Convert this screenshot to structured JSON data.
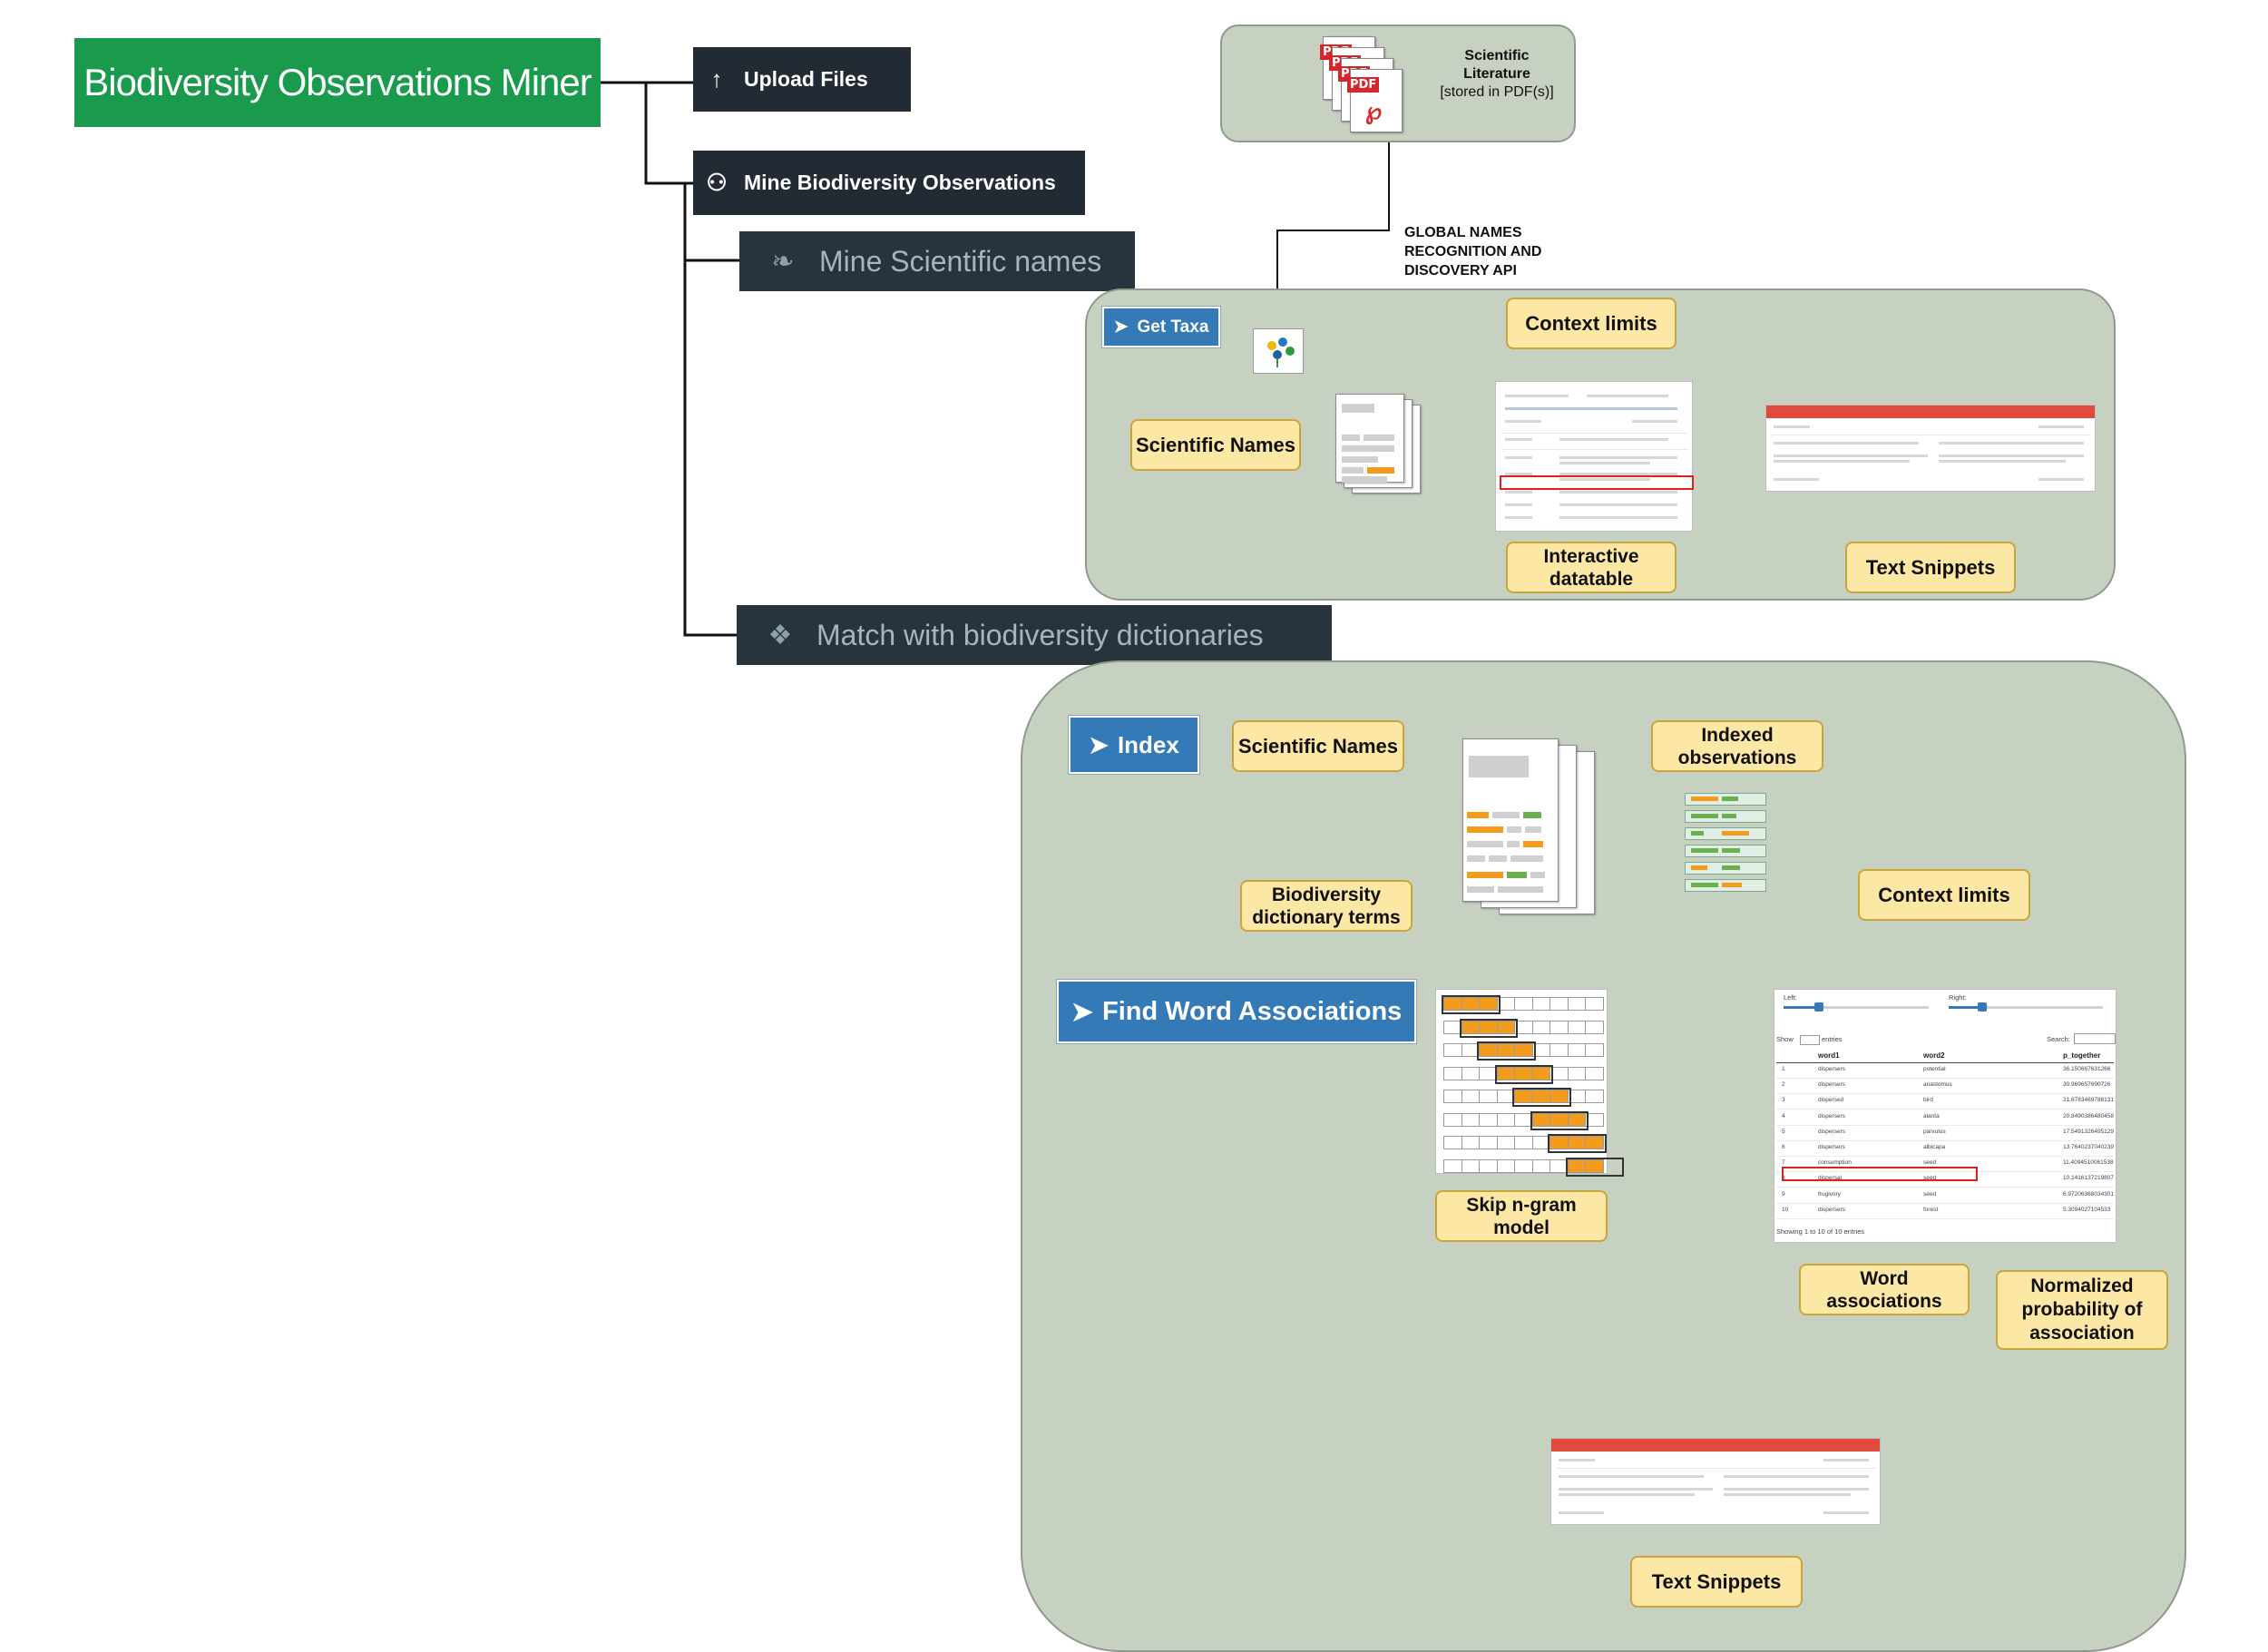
{
  "app": {
    "title": "Biodiversity Observations Miner"
  },
  "menu": {
    "upload": {
      "label": "Upload Files",
      "icon": "upload-file-icon"
    },
    "mine": {
      "label": "Mine Biodiversity Observations",
      "icon": "binoculars-icon"
    },
    "mine_names": {
      "label": "Mine Scientific names",
      "icon": "leaf-icon"
    },
    "match": {
      "label": "Match with biodiversity dictionaries",
      "icon": "puzzle-icon"
    }
  },
  "source": {
    "text_lines": [
      "Scientific",
      "Literature",
      "[stored in PDF(s)]"
    ],
    "pdf_tag": "PDF",
    "api_lines": [
      "GLOBAL NAMES",
      "RECOGNITION AND",
      "DISCOVERY API"
    ]
  },
  "panel1": {
    "get_taxa": "Get Taxa",
    "context_limits": "Context limits",
    "scientific_names": "Scientific Names",
    "interactive_datatable_lines": [
      "Interactive",
      "datatable"
    ],
    "text_snippets": "Text Snippets"
  },
  "panel2": {
    "index": "Index",
    "scientific_names": "Scientific Names",
    "dictionary_terms_lines": [
      "Biodiversity",
      "dictionary terms"
    ],
    "indexed_observations_lines": [
      "Indexed",
      "observations"
    ],
    "find_word_associations": "Find Word Associations",
    "skip_ngram_lines": [
      "Skip n-gram",
      "model"
    ],
    "context_limits": "Context limits",
    "word_associations_lines": [
      "Word",
      "associations"
    ],
    "normalized_probability_lines": [
      "Normalized",
      "probability of",
      "association"
    ],
    "text_snippets": "Text Snippets"
  },
  "assoc_table": {
    "columns": [
      "word1",
      "word2",
      "p_together"
    ],
    "rows": [
      [
        "1",
        "dispersers",
        "potential",
        "36.150667631266"
      ],
      [
        "2",
        "dispersers",
        "anastomus",
        "30.969657690726"
      ],
      [
        "3",
        "dispersed",
        "bird",
        "21.6783469788131"
      ],
      [
        "4",
        "dispersers",
        "alanta",
        "20.8490386480458"
      ],
      [
        "5",
        "dispersers",
        "parvulus",
        "17.5491326495129"
      ],
      [
        "6",
        "dispersers",
        "albicapa",
        "13.7640237040239"
      ],
      [
        "7",
        "consumption",
        "seed",
        "11.4094510061538"
      ],
      [
        "8",
        "dispersal",
        "seed",
        "10.1416137219807"
      ],
      [
        "9",
        "frugivory",
        "seed",
        "6.97206368034301"
      ],
      [
        "10",
        "dispersers",
        "forest",
        "5.3094027104533"
      ]
    ],
    "footer": "Showing 1 to 10 of 10 entries",
    "left_label": "Left:",
    "right_label": "Right:",
    "show_label": "Show",
    "entries_label": "entries",
    "search_label": "Search:"
  },
  "colors": {
    "title_green": "#199a4c",
    "menu_dark": "#222a33",
    "panel_fill": "#c6d1c2",
    "callout_fill": "#fde7a4",
    "button_blue": "#337ab7",
    "arrow_green": "#3d7a1a",
    "highlight_orange": "#f39b1c",
    "highlight_red": "#e02020"
  }
}
